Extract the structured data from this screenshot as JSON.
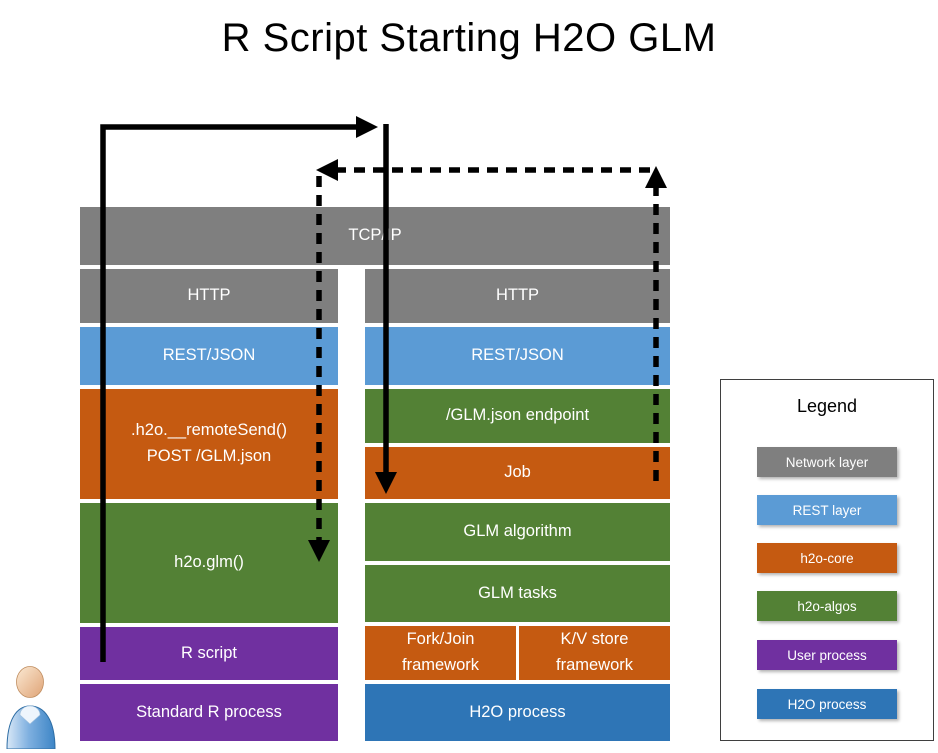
{
  "title": "R Script Starting H2O GLM",
  "palette": {
    "network": "#7F7F7F",
    "rest": "#5B9BD5",
    "core": "#C55A11",
    "algos": "#538135",
    "user": "#7030A0",
    "h2o": "#2E75B6"
  },
  "network_bar": {
    "label": "TCP/IP"
  },
  "left_stack": {
    "http": "HTTP",
    "rest": "REST/JSON",
    "remote_send": ".h2o.__remoteSend()\nPOST /GLM.json",
    "glm_call": "h2o.glm()",
    "r_script": "R script",
    "process": "Standard R process"
  },
  "right_stack": {
    "http": "HTTP",
    "rest": "REST/JSON",
    "endpoint": "/GLM.json endpoint",
    "job": "Job",
    "algorithm": "GLM algorithm",
    "tasks": "GLM tasks",
    "forkjoin": "Fork/Join\nframework",
    "kvstore": "K/V store\nframework",
    "process": "H2O process"
  },
  "legend": {
    "title": "Legend",
    "items": [
      {
        "label": "Network layer",
        "color": "#7F7F7F"
      },
      {
        "label": "REST layer",
        "color": "#5B9BD5"
      },
      {
        "label": "h2o-core",
        "color": "#C55A11"
      },
      {
        "label": "h2o-algos",
        "color": "#538135"
      },
      {
        "label": "User process",
        "color": "#7030A0"
      },
      {
        "label": "H2O process",
        "color": "#2E75B6"
      }
    ]
  }
}
